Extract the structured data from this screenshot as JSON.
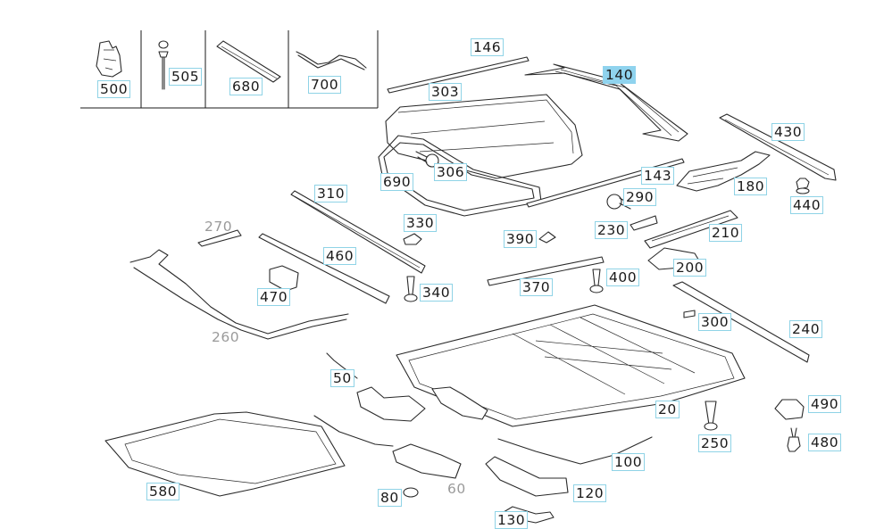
{
  "colors": {
    "callout_border": "#8fd3e6",
    "selected_fill": "#8fd3ee",
    "faded_text": "#9a9a9a",
    "line": "#2a2a2a"
  },
  "selected_part": "140",
  "legend": {
    "items": [
      "500",
      "505",
      "680",
      "700"
    ]
  },
  "callouts": [
    {
      "id": "c146",
      "label": "146"
    },
    {
      "id": "c140",
      "label": "140"
    },
    {
      "id": "c303",
      "label": "303"
    },
    {
      "id": "c430",
      "label": "430"
    },
    {
      "id": "c306",
      "label": "306"
    },
    {
      "id": "c690",
      "label": "690"
    },
    {
      "id": "c143",
      "label": "143"
    },
    {
      "id": "c290",
      "label": "290"
    },
    {
      "id": "c180",
      "label": "180"
    },
    {
      "id": "c440",
      "label": "440"
    },
    {
      "id": "c310",
      "label": "310"
    },
    {
      "id": "c330",
      "label": "330"
    },
    {
      "id": "c230",
      "label": "230"
    },
    {
      "id": "c210",
      "label": "210"
    },
    {
      "id": "c270",
      "label": "270"
    },
    {
      "id": "c390",
      "label": "390"
    },
    {
      "id": "c460",
      "label": "460"
    },
    {
      "id": "c200",
      "label": "200"
    },
    {
      "id": "c340",
      "label": "340"
    },
    {
      "id": "c400",
      "label": "400"
    },
    {
      "id": "c470",
      "label": "470"
    },
    {
      "id": "c370",
      "label": "370"
    },
    {
      "id": "c300",
      "label": "300"
    },
    {
      "id": "c240",
      "label": "240"
    },
    {
      "id": "c260",
      "label": "260"
    },
    {
      "id": "c50",
      "label": "50"
    },
    {
      "id": "c490",
      "label": "490"
    },
    {
      "id": "c20",
      "label": "20"
    },
    {
      "id": "c250",
      "label": "250"
    },
    {
      "id": "c480",
      "label": "480"
    },
    {
      "id": "c100",
      "label": "100"
    },
    {
      "id": "c580",
      "label": "580"
    },
    {
      "id": "c120",
      "label": "120"
    },
    {
      "id": "c80",
      "label": "80"
    },
    {
      "id": "c60",
      "label": "60"
    },
    {
      "id": "c130",
      "label": "130"
    }
  ]
}
